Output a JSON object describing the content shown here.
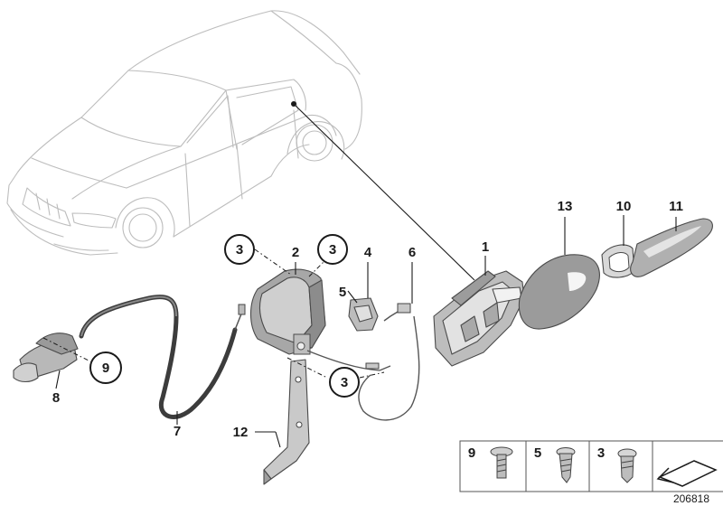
{
  "diagram": {
    "drawing_ref": "206818",
    "callouts": {
      "c1": "1",
      "c2": "2",
      "c3a": "3",
      "c3b": "3",
      "c3c": "3",
      "c4": "4",
      "c5": "5",
      "c6": "6",
      "c7": "7",
      "c8": "8",
      "c9": "9",
      "c10": "10",
      "c11": "11",
      "c12": "12",
      "c13": "13"
    },
    "legend": {
      "s9": "9",
      "s5": "5",
      "s3": "3"
    }
  }
}
